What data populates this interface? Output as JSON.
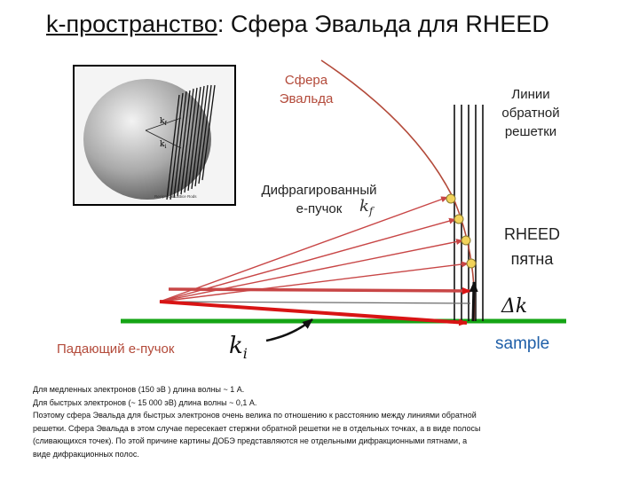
{
  "title": {
    "main_underlined": "k-пространство",
    "rest": ": Сфера Эвальда для RHEED"
  },
  "labels": {
    "ewald_sphere": [
      "Сфера",
      "Эвальда"
    ],
    "reciprocal_lines": [
      "Линии",
      "обратной",
      "решетки"
    ],
    "diffracted_beam": [
      "Дифрагированный",
      "е-пучок"
    ],
    "rheed_spots": [
      "RHEED",
      "пятна"
    ],
    "incident_beam": "Падающий е-пучок",
    "sample": "sample",
    "kf": "k",
    "kf_sub": "f",
    "ki": "k",
    "ki_sub": "i",
    "delta_k": "Δk"
  },
  "inset": {
    "k_labels": [
      "k",
      "k"
    ],
    "k_subs": [
      "f",
      "i"
    ],
    "caption": "Reciprocal Lattice Rods"
  },
  "notes": [
    "Для медленных электронов (150 эВ ) длина волны ~ 1 A.",
    "Для быстрых электронов (~ 15 000 эВ) длина волны ~ 0,1 A.",
    "Поэтому сфера Эвальда для быстрых электронов очень велика по отношению к расстоянию между линиями обратной",
    "решетки. Сфера Эвальда в этом случае пересекает стержни обратной решетки не в отдельных точках, а в виде полосы",
    "(сливающихся точек). По этой причине картины ДОБЭ представляются не отдельными дифракционными пятнами, а",
    "виде дифракционных полос."
  ],
  "colors": {
    "sphere": "#b34a3a",
    "beam": "#d81414",
    "sample": "#15a515",
    "spot": "#f2d35a"
  }
}
